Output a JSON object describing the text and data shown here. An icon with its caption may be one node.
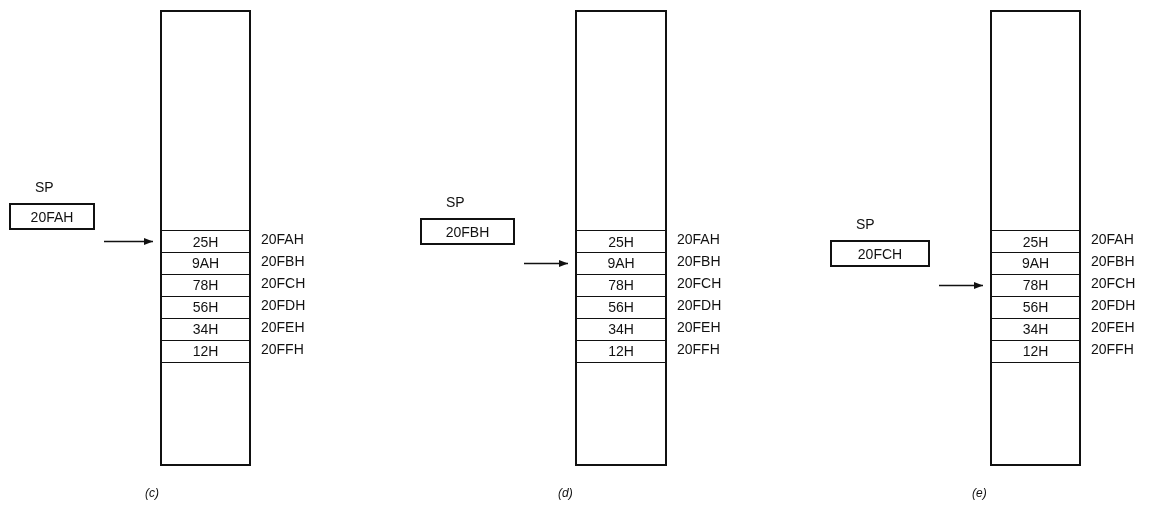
{
  "diagram": {
    "nodes": [
      {
        "text": [
          "SP",
          "20FAH"
        ]
      },
      {
        "text": [],
        "shape": "box"
      },
      {
        "text": [
          "25H"
        ],
        "in": 1,
        "beside": [
          "20FAH"
        ]
      },
      {
        "text": [
          "9AH"
        ],
        "in": 1,
        "beside": [
          "20FBH"
        ]
      },
      {
        "text": [
          "78H"
        ],
        "in": 1,
        "beside": [
          "20FCH"
        ]
      },
      {
        "text": [
          "56H"
        ],
        "in": 1,
        "beside": [
          "20FDH"
        ]
      },
      {
        "text": [
          "34H"
        ],
        "in": 1,
        "beside": [
          "20FEH"
        ]
      },
      {
        "text": [
          "12H"
        ],
        "in": 1,
        "beside": [
          "20FFH"
        ]
      },
      {
        "text": [
          "SP",
          "20FBH"
        ]
      },
      {
        "text": [],
        "shape": "box"
      },
      {
        "text": [
          "25H"
        ],
        "in": 9,
        "beside": [
          "20FAH"
        ]
      },
      {
        "text": [
          "9AH"
        ],
        "in": 9,
        "beside": [
          "20FBH"
        ]
      },
      {
        "text": [
          "78H"
        ],
        "in": 9,
        "beside": [
          "20FCH"
        ]
      },
      {
        "text": [
          "56H"
        ],
        "in": 9,
        "beside": [
          "20FDH"
        ]
      },
      {
        "text": [
          "34H"
        ],
        "in": 9,
        "beside": [
          "20FEH"
        ]
      },
      {
        "text": [
          "12H"
        ],
        "in": 9,
        "beside": [
          "20FFH"
        ]
      },
      {
        "text": [
          "SP",
          "20FCH"
        ]
      },
      {
        "text": [],
        "shape": "box"
      },
      {
        "text": [
          "25H"
        ],
        "in": 17,
        "beside": [
          "20FAH"
        ]
      },
      {
        "text": [
          "9AH"
        ],
        "in": 17,
        "beside": [
          "20FBH"
        ]
      },
      {
        "text": [
          "78H"
        ],
        "in": 17,
        "beside": [
          "20FCH"
        ]
      },
      {
        "text": [
          "56H"
        ],
        "in": 17,
        "beside": [
          "20FDH"
        ]
      },
      {
        "text": [
          "34H"
        ],
        "in": 17,
        "beside": [
          "20FEH"
        ]
      },
      {
        "text": [
          "12H"
        ],
        "in": 17,
        "beside": [
          "20FFH"
        ]
      }
    ],
    "edges": [
      {
        "from": 0,
        "to": 2,
        "arrow": "to"
      },
      {
        "from": 8,
        "to": 11,
        "arrow": "to"
      },
      {
        "from": 16,
        "to": 20,
        "arrow": "to"
      }
    ],
    "labels": [
      "(c)",
      "(d)",
      "(e)"
    ]
  }
}
